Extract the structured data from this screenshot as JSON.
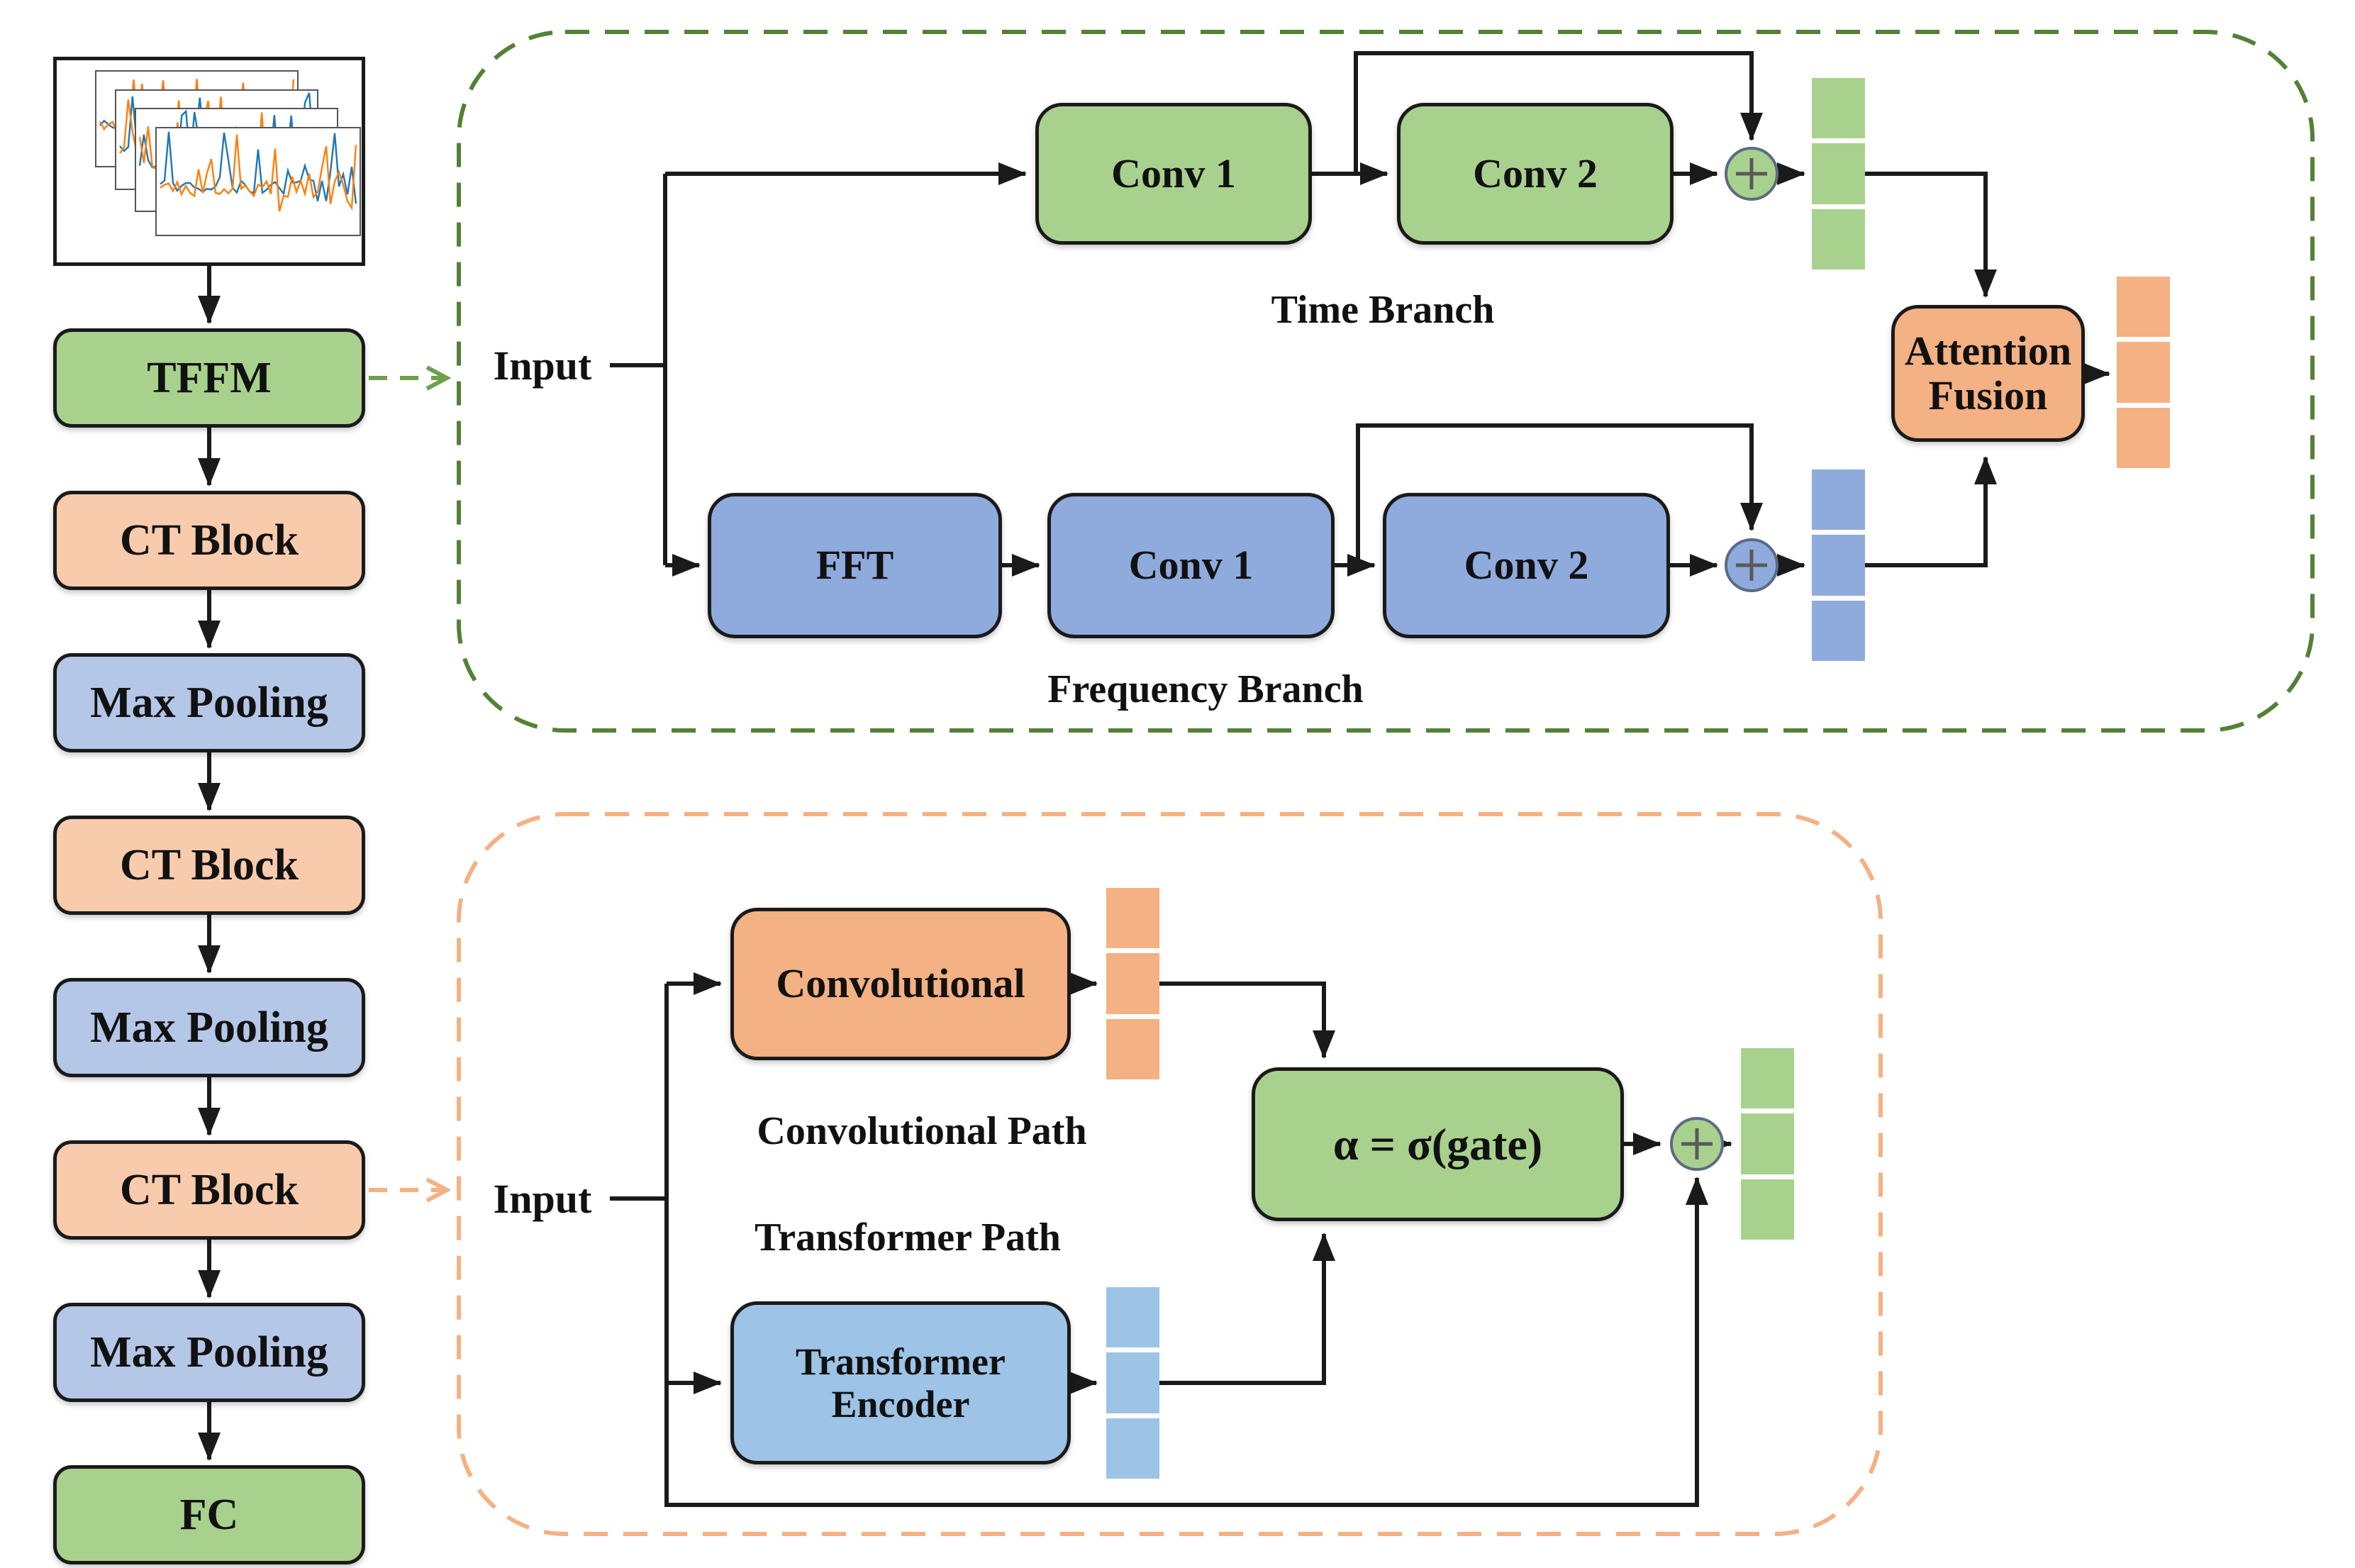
{
  "diagram": {
    "left_pipeline": {
      "items": [
        {
          "id": "signal-thumbnails",
          "label": "",
          "type": "image",
          "color": "#ffffff"
        },
        {
          "id": "tffm",
          "label": "TFFM",
          "color": "#a9d18e"
        },
        {
          "id": "ct-block-1",
          "label": "CT Block",
          "color": "#f8cbad"
        },
        {
          "id": "max-pooling-1",
          "label": "Max Pooling",
          "color": "#b4c7e7"
        },
        {
          "id": "ct-block-2",
          "label": "CT Block",
          "color": "#f8cbad"
        },
        {
          "id": "max-pooling-2",
          "label": "Max Pooling",
          "color": "#b4c7e7"
        },
        {
          "id": "ct-block-3",
          "label": "CT Block",
          "color": "#f8cbad"
        },
        {
          "id": "max-pooling-3",
          "label": "Max Pooling",
          "color": "#b4c7e7"
        },
        {
          "id": "fc",
          "label": "FC",
          "color": "#a9d18e"
        }
      ]
    },
    "tffm_panel": {
      "border_color": "#538135",
      "input_label": "Input",
      "time_branch": {
        "label": "Time Branch",
        "conv1": "Conv 1",
        "conv2": "Conv 2",
        "box_color": "#a9d18e"
      },
      "frequency_branch": {
        "label": "Frequency Branch",
        "fft": "FFT",
        "conv1": "Conv 1",
        "conv2": "Conv 2",
        "box_color": "#8faadc"
      },
      "fusion": {
        "line1": "Attention",
        "line2": "Fusion",
        "color": "#f4b183"
      }
    },
    "ct_panel": {
      "border_color": "#f5b183",
      "input_label": "Input",
      "conv_path_label": "Convolutional Path",
      "transformer_path_label": "Transformer Path",
      "conv_box": "Convolutional",
      "transformer_box": {
        "line1": "Transformer",
        "line2": "Encoder",
        "color": "#9dc3e6"
      },
      "gate_label": "α = σ(gate)",
      "gate_color": "#a9d18e"
    },
    "icons": {
      "sum_time": "plus-circle-icon",
      "sum_freq": "plus-circle-icon",
      "sum_gate": "plus-circle-icon"
    },
    "colors": {
      "green_box": "#a9d18e",
      "peach_box": "#f8cbad",
      "deep_orange_box": "#f4b183",
      "freq_blue_box": "#8faadc",
      "pool_blue_box": "#b4c7e7",
      "sky_blue_box": "#9dc3e6",
      "wire": "#1a1a1a",
      "signal_line_blue": "#1f77b4",
      "signal_line_orange": "#ff7f0e"
    }
  }
}
